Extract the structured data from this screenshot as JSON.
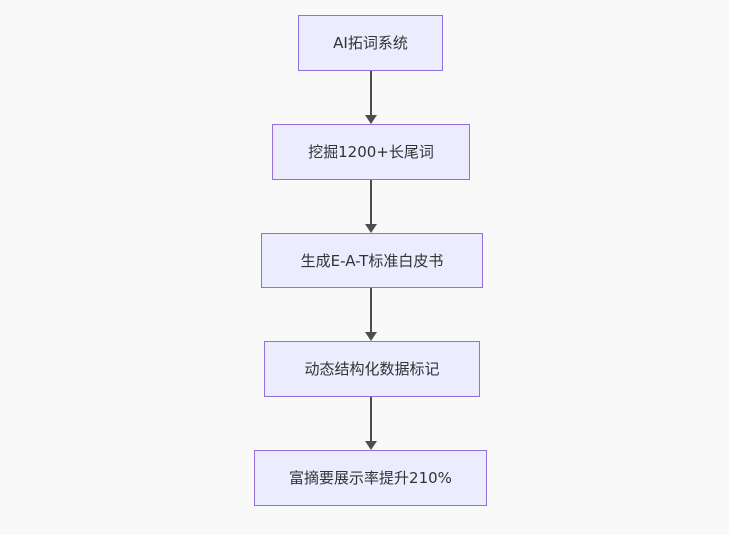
{
  "diagram": {
    "type": "flowchart",
    "direction": "top-down",
    "nodes": [
      {
        "id": "n1",
        "label": "AI拓词系统"
      },
      {
        "id": "n2",
        "label": "挖掘1200+长尾词"
      },
      {
        "id": "n3",
        "label": "生成E-A-T标准白皮书"
      },
      {
        "id": "n4",
        "label": "动态结构化数据标记"
      },
      {
        "id": "n5",
        "label": "富摘要展示率提升210%"
      }
    ],
    "edges": [
      {
        "from": "n1",
        "to": "n2"
      },
      {
        "from": "n2",
        "to": "n3"
      },
      {
        "from": "n3",
        "to": "n4"
      },
      {
        "from": "n4",
        "to": "n5"
      }
    ],
    "colors": {
      "background": "#f9f9f9",
      "node_fill": "#ececff",
      "node_border": "#9370db",
      "text": "#333333",
      "arrow": "#4d4d4d"
    }
  }
}
